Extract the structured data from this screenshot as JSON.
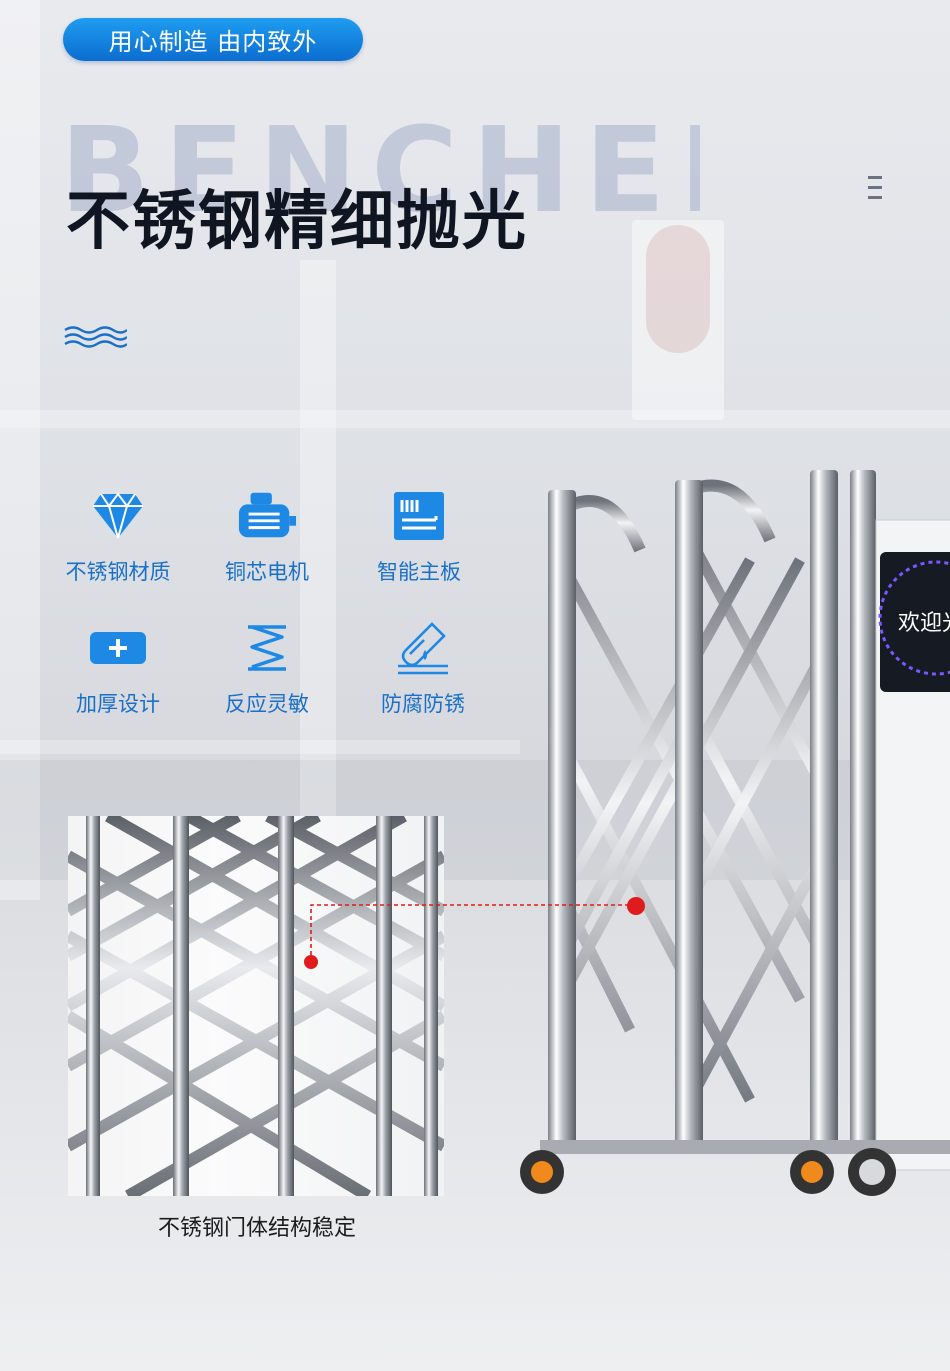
{
  "tag": {
    "label": "用心制造 由内致外"
  },
  "watermark": {
    "text": "BENCHENG"
  },
  "headline": {
    "text": "不锈钢精细抛光"
  },
  "features": [
    {
      "label": "不锈钢材质",
      "icon": "diamond-icon"
    },
    {
      "label": "铜芯电机",
      "icon": "motor-icon"
    },
    {
      "label": "智能主板",
      "icon": "circuit-board-icon"
    },
    {
      "label": "加厚设计",
      "icon": "plus-icon"
    },
    {
      "label": "反应灵敏",
      "icon": "spring-icon"
    },
    {
      "label": "防腐防锈",
      "icon": "corrosion-resistant-icon"
    }
  ],
  "detail": {
    "caption": "不锈钢门体结构稳定"
  },
  "gate": {
    "display_text": "欢迎光"
  },
  "colors": {
    "accent": "#1a70c9",
    "pill_top": "#1f9df0",
    "pill_bottom": "#0b6dd0",
    "headline": "#0f1622",
    "pointer": "#e01b1b"
  }
}
